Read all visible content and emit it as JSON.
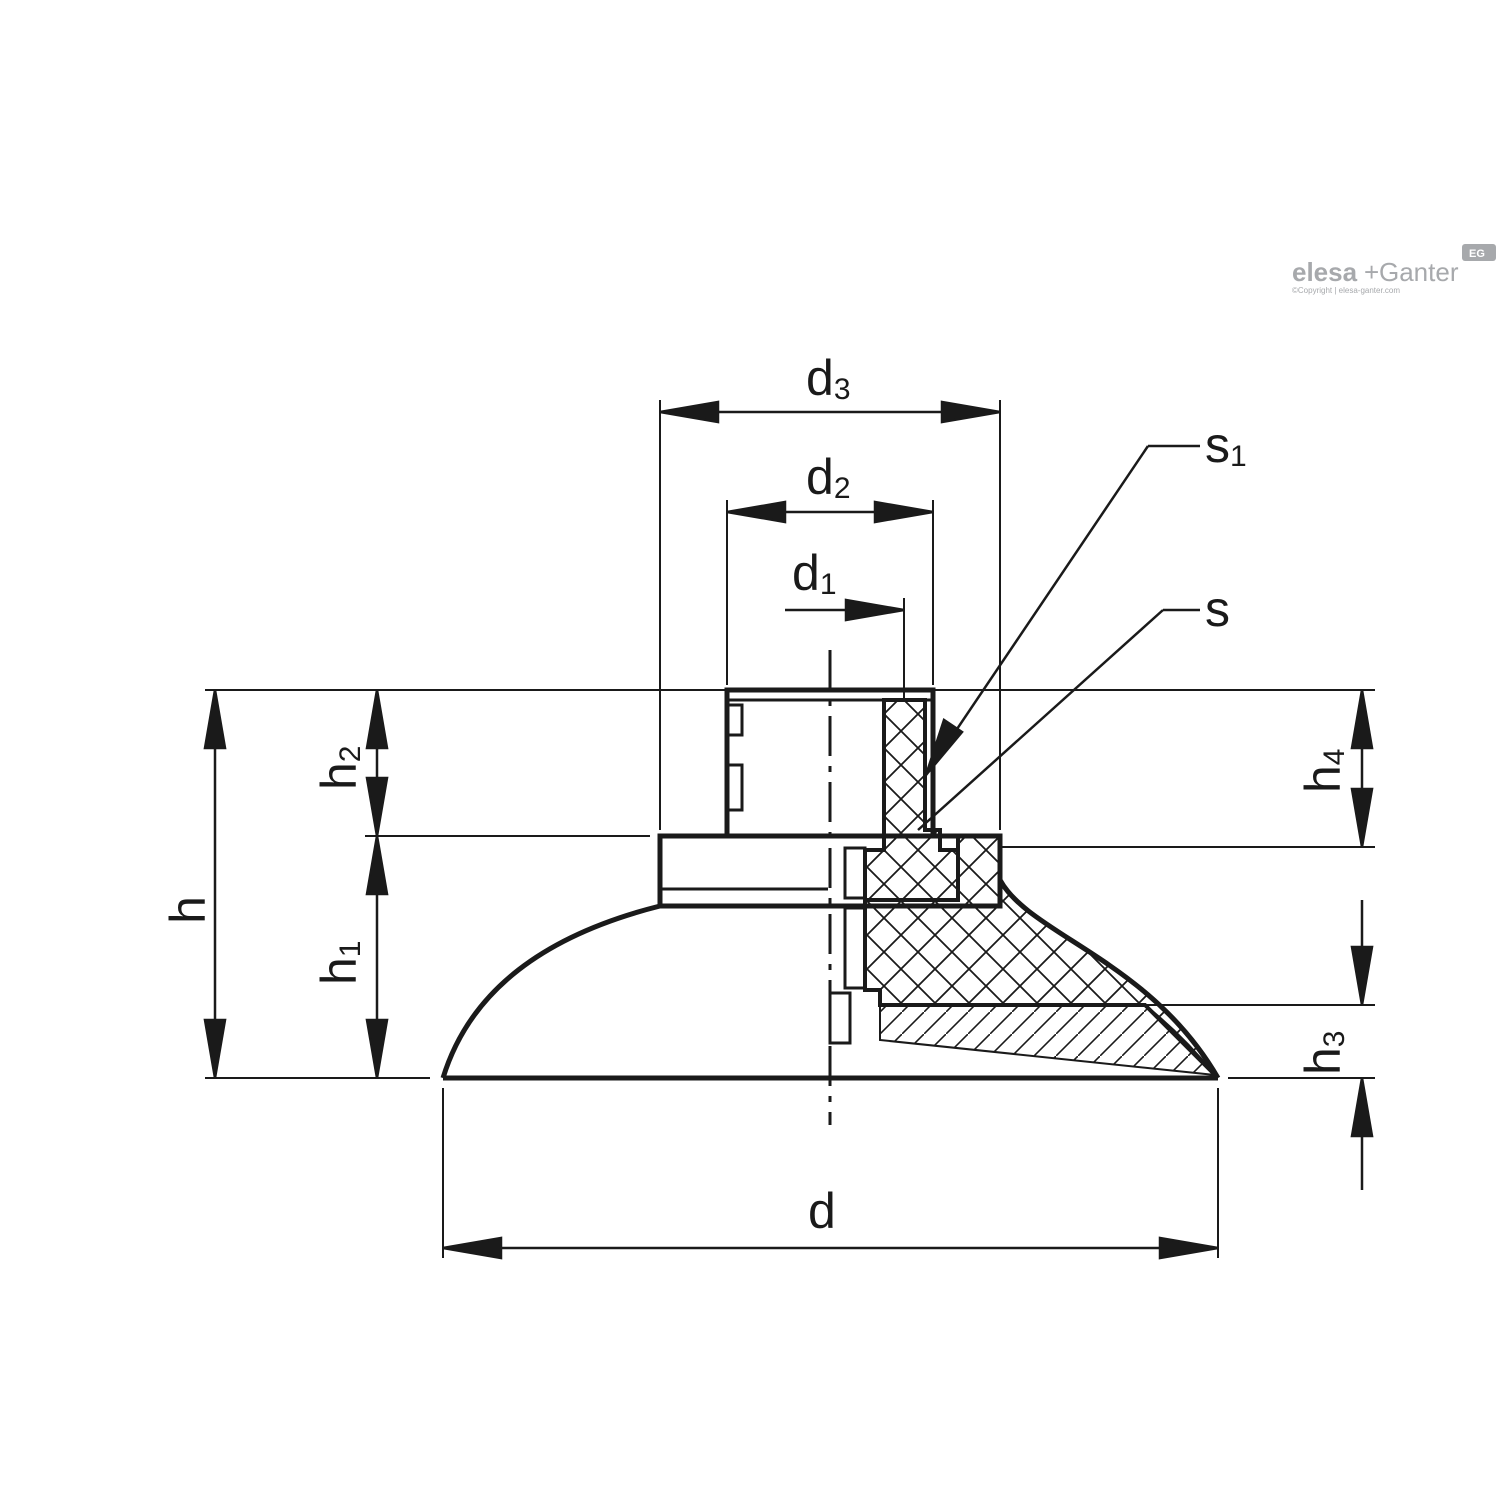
{
  "brand": {
    "name_part1": "elesa",
    "plus": "+",
    "name_part2": "Ganter",
    "copyright": "©Copyright | elesa-ganter.com",
    "badge": "EG",
    "color": "#a7a9ac"
  },
  "labels": {
    "d3": {
      "base": "d",
      "sub": "3"
    },
    "d2": {
      "base": "d",
      "sub": "2"
    },
    "d1": {
      "base": "d",
      "sub": "1"
    },
    "s1": {
      "base": "s",
      "sub": "1"
    },
    "s": {
      "base": "s",
      "sub": ""
    },
    "h": {
      "base": "h",
      "sub": ""
    },
    "h2": {
      "base": "h",
      "sub": "2"
    },
    "h1": {
      "base": "h",
      "sub": "1"
    },
    "h4": {
      "base": "h",
      "sub": "4"
    },
    "h3": {
      "base": "h",
      "sub": "3"
    },
    "d": {
      "base": "d",
      "sub": ""
    }
  },
  "colors": {
    "line": "#1a1a1a",
    "background": "#ffffff"
  }
}
